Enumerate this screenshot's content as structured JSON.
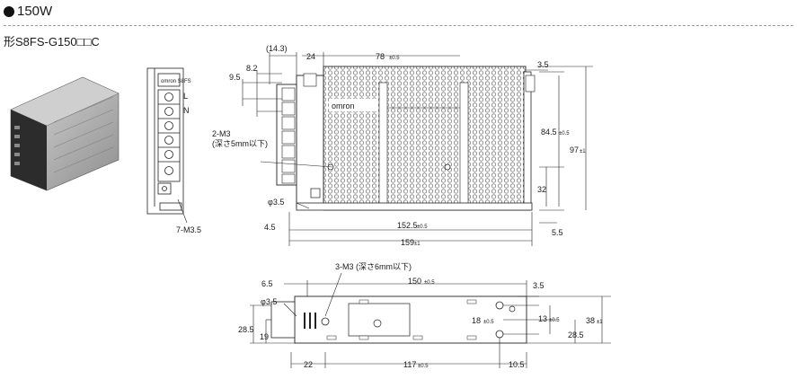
{
  "section": {
    "title": "150W",
    "bullet": "●"
  },
  "model": {
    "label": "形S8FS-G150□□C"
  },
  "front_view": {
    "brand": "omron S8FS",
    "terminal_letters": [
      "L",
      "N"
    ],
    "callout": "7-M3.5"
  },
  "side_view": {
    "brand": "omron",
    "top_dims": [
      "(14.3)",
      "24",
      "78",
      "3.5"
    ],
    "left_dims": [
      "9.5",
      "8.2"
    ],
    "right_dims": [
      "84.5",
      "97",
      "32"
    ],
    "bottom_dims": [
      "4.5",
      "152.5",
      "159",
      "5.5"
    ],
    "hole_label": "φ3.5",
    "screw_note_line1": "2-M3",
    "screw_note_line2": "(深さ5mm以下)",
    "tol_78": "±0.5",
    "tol_84_5": "±0.5",
    "tol_97": "±1",
    "tol_152_5": "±0.5",
    "tol_159": "±1"
  },
  "bottom_view": {
    "screw_note": "3-M3 (深さ6mm以下)",
    "top_dims": [
      "6.5",
      "150",
      "3.5"
    ],
    "tol_150": "±0.5",
    "hole_label": "φ3.5",
    "left_dims": [
      "28.5",
      "19"
    ],
    "right_dims": [
      "18",
      "13",
      "28.5",
      "38"
    ],
    "tol_18": "±0.5",
    "tol_13": "±0.5",
    "tol_38": "±1",
    "bottom_dims": [
      "22",
      "117",
      "10.5"
    ],
    "tol_117": "±0.5"
  }
}
